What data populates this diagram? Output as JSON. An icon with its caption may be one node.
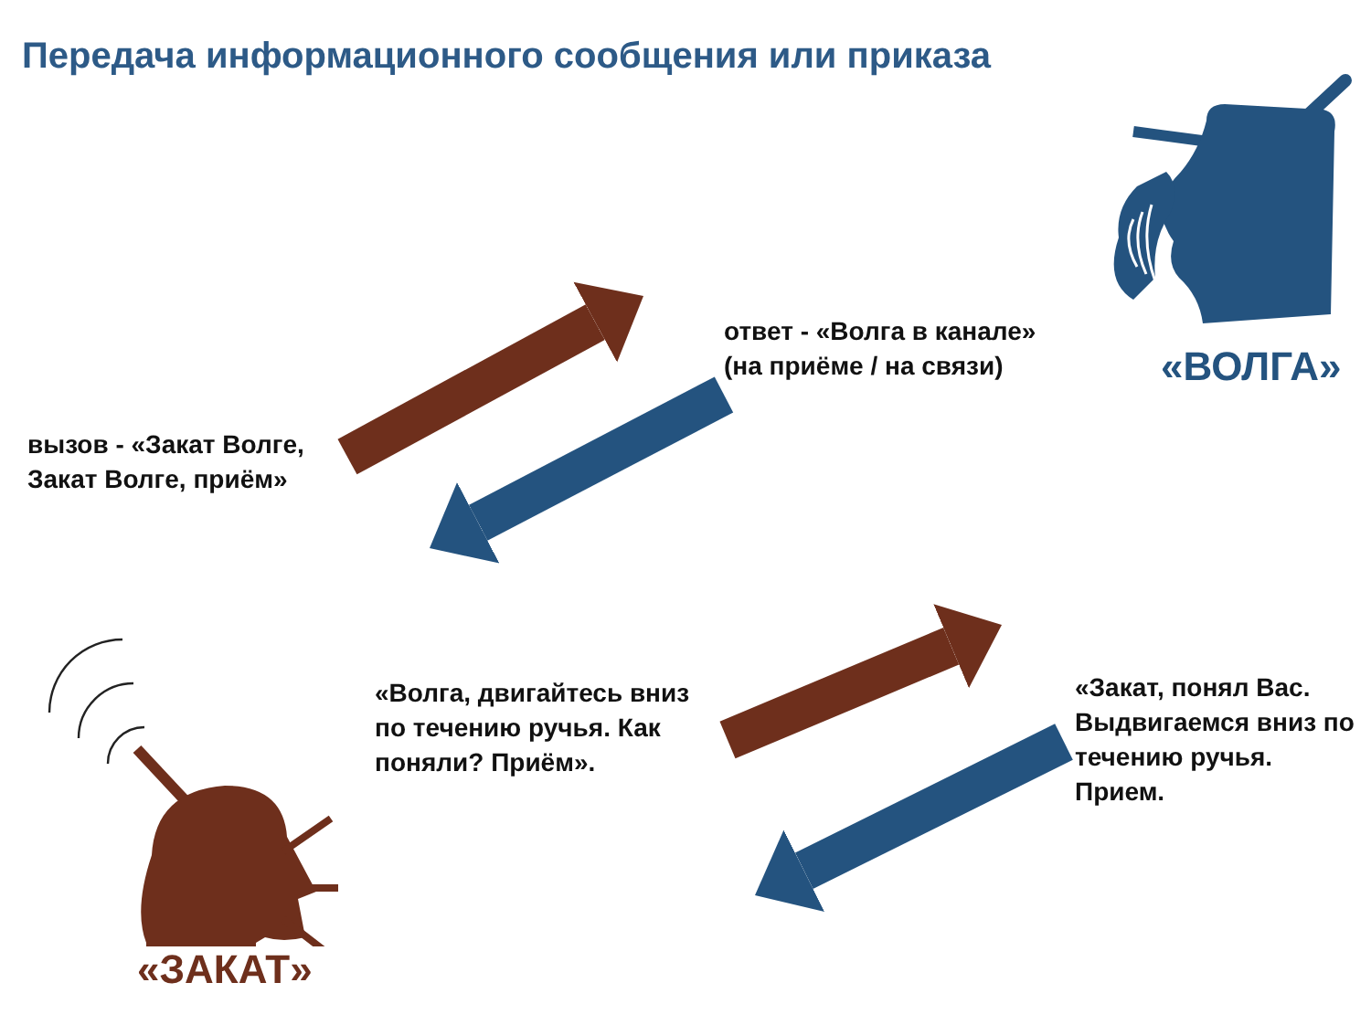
{
  "diagram": {
    "title": "Передача информационного сообщения или приказа",
    "nodes": [
      {
        "text": [],
        "shape": "person",
        "beside": [
          "«ВОЛГА»"
        ]
      },
      {
        "text": [],
        "shape": "person",
        "beside": [
          "«ЗАКАТ»"
        ]
      },
      {
        "text": [
          "вызов - «Закат Волге, Закат Волге, приём»"
        ]
      },
      {
        "text": [
          "ответ - «Волга в канале» (на приёме / на связи)"
        ]
      },
      {
        "text": [
          "«Волга, двигайтесь вниз по течению ручья. Как поняли? Приём»."
        ]
      },
      {
        "text": [
          "«Закат, понял Вас. Выдвигаемся вниз по течению ручья. Прием."
        ]
      }
    ],
    "edges": [
      {
        "from": 2,
        "to": 3,
        "arrow": "to",
        "color": "#6e2f1c"
      },
      {
        "from": 3,
        "to": 2,
        "arrow": "to",
        "color": "#24537f"
      },
      {
        "from": 4,
        "to": 5,
        "arrow": "to",
        "color": "#6e2f1c"
      },
      {
        "from": 5,
        "to": 4,
        "arrow": "to",
        "color": "#24537f"
      }
    ]
  }
}
